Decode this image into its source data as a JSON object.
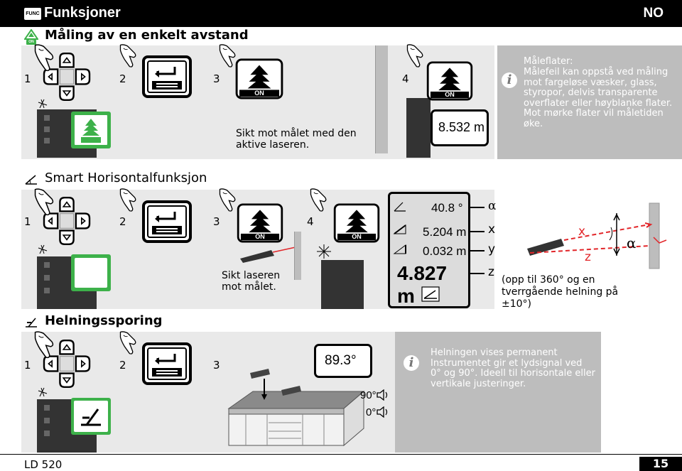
{
  "header": {
    "badge": "FUNC",
    "title": "Funksjoner",
    "lang": "NO"
  },
  "section1": {
    "title": "Måling av en enkelt avstand",
    "icon_label": "ON",
    "steps": [
      "1",
      "2",
      "3",
      "4"
    ],
    "caption": "Sikt mot målet med den aktive laseren.",
    "on_label": "ON",
    "measurement": "8.532 m",
    "info": {
      "heading": "Måleflater:",
      "body": "Målefeil kan oppstå ved måling mot fargeløse væsker, glass, styropor, delvis transparente overflater eller høyblanke flater. Mot mørke flater vil måletiden øke."
    }
  },
  "section2": {
    "title": "Smart Horisontalfunksjon",
    "steps": [
      "1",
      "2",
      "3",
      "4"
    ],
    "caption": "Sikt laseren mot målet.",
    "on_label": "ON",
    "readings": [
      "40.8 °",
      "5.204 m",
      "0.032 m",
      "4.827 m"
    ],
    "legend": [
      "α",
      "x",
      "y",
      "z"
    ],
    "diagram_labels": [
      "x",
      "z",
      "α"
    ],
    "note": "(opp til 360° og en tverrgående helning på ±10°)"
  },
  "section3": {
    "title": "Helningssporing",
    "steps": [
      "1",
      "2",
      "3"
    ],
    "angle": "89.3°",
    "beep_90": "90°",
    "beep_0": "0°",
    "info": "Helningen vises permanent Instrumentet gir et lydsignal ved 0° og 90°. Ideell til horisontale eller vertikale justeringer."
  },
  "footer": {
    "model": "LD 520",
    "page": "15"
  },
  "colors": {
    "accent_green": "#3db14a",
    "laser_red": "#e2262a",
    "panel_gray": "#e9e9e9",
    "panel_dark": "#bdbdbd",
    "device_dark": "#333333"
  }
}
